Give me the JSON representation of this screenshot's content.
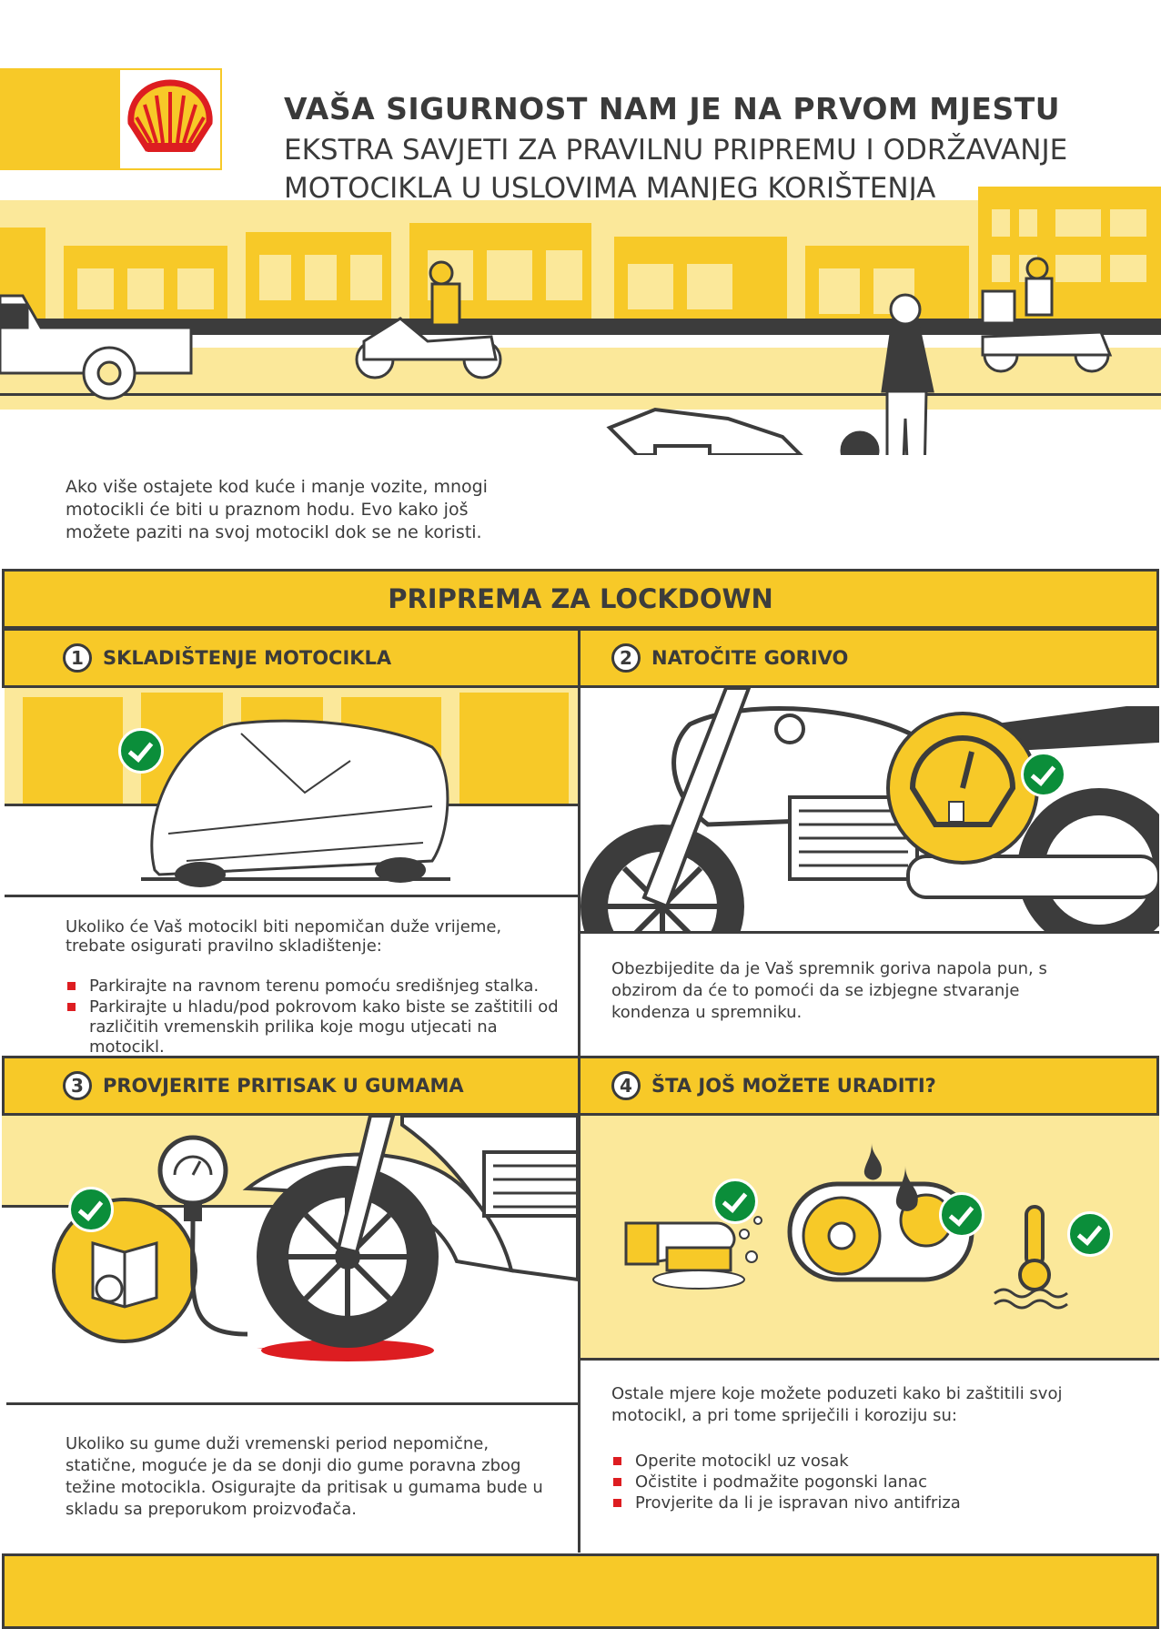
{
  "header": {
    "title": "VAŠA SIGURNOST NAM JE NA PRVOM MJESTU",
    "subtitle_line1": "EKSTRA SAVJETI ZA PRAVILNU PRIPREMU I ODRŽAVANJE",
    "subtitle_line2": "MOTOCIKLA U USLOVIMA MANJEG KORIŠTENJA",
    "logo_icon": "shell-logo-icon"
  },
  "intro": "Ako više ostajete kod kuće i manje vozite, mnogi motocikli će biti u praznom hodu. Evo kako još možete paziti na svoj motocikl dok se ne koristi.",
  "section_title": "PRIPREMA ZA LOCKDOWN",
  "steps": [
    {
      "number": "1",
      "title": "SKLADIŠTENJE MOTOCIKLA",
      "text": "Ukoliko će Vaš motocikl biti nepomičan duže vrijeme, trebate osigurati pravilno skladištenje:",
      "bullets": [
        "Parkirajte na ravnom terenu pomoću središnjeg stalka.",
        "Parkirajte u hladu/pod pokrovom kako biste se zaštitili od različitih vremenskih prilika koje mogu utjecati na motocikl."
      ]
    },
    {
      "number": "2",
      "title": "NATOČITE GORIVO",
      "text": "Obezbijedite da je Vaš spremnik goriva napola pun, s obzirom da će to pomoći da se izbjegne stvaranje kondenza u spremniku."
    },
    {
      "number": "3",
      "title": "PROVJERITE PRITISAK U GUMAMA",
      "text": "Ukoliko su gume duži vremenski period nepomične, statične, moguće je da se donji dio gume poravna zbog težine motocikla. Osigurajte da pritisak u gumama bude u skladu sa preporukom proizvođača."
    },
    {
      "number": "4",
      "title": "ŠTA JOŠ MOŽETE URADITI?",
      "text": "Ostale mjere koje možete poduzeti kako bi zaštitili svoj motocikl, a pri tome spriječili i koroziju su:",
      "bullets": [
        "Operite motocikl uz vosak",
        "Očistite i podmažite pogonski lanac",
        "Provjerite da li je ispravan nivo antifriza"
      ]
    }
  ],
  "colors": {
    "yellow": "#f7c928",
    "pale_yellow": "#fbe89a",
    "dark": "#3c3c3c",
    "green": "#0b8e3a",
    "red": "#dd1d21"
  }
}
